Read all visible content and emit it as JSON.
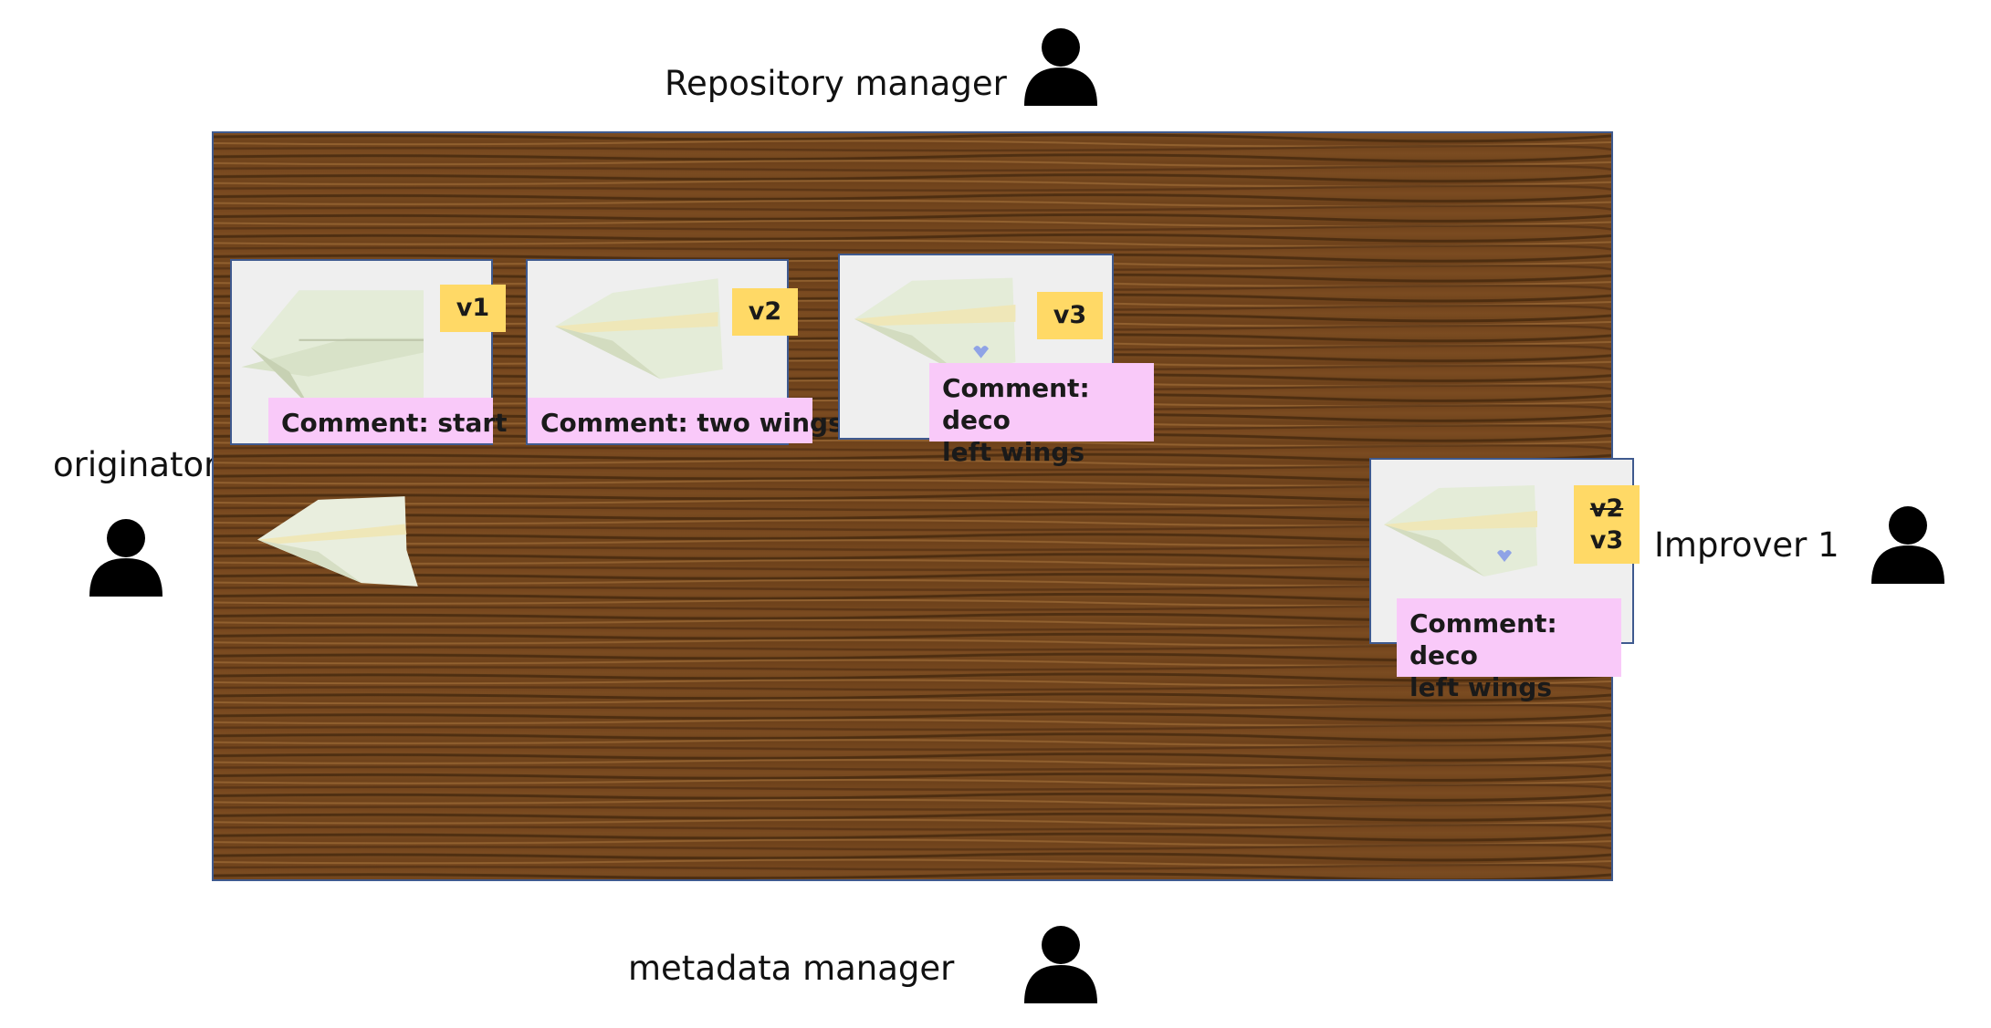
{
  "roles": {
    "repository_manager": "Repository manager",
    "originator": "originator",
    "improver": "Improver 1",
    "metadata_manager": "metadata manager"
  },
  "versions": [
    {
      "tag": "v1",
      "comment": "Comment: start"
    },
    {
      "tag": "v2",
      "comment": "Comment: two wings"
    },
    {
      "tag": "v3",
      "comment_line1": "Comment: deco",
      "comment_line2": "left wings"
    }
  ],
  "improver_card": {
    "old_tag": "v2",
    "new_tag": "v3",
    "comment_line1": "Comment: deco",
    "comment_line2": "left wings"
  },
  "colors": {
    "tag": "#ffd966",
    "comment": "#f9c9f9",
    "border": "#3f5a8f",
    "wood": "#7a4a1f"
  }
}
